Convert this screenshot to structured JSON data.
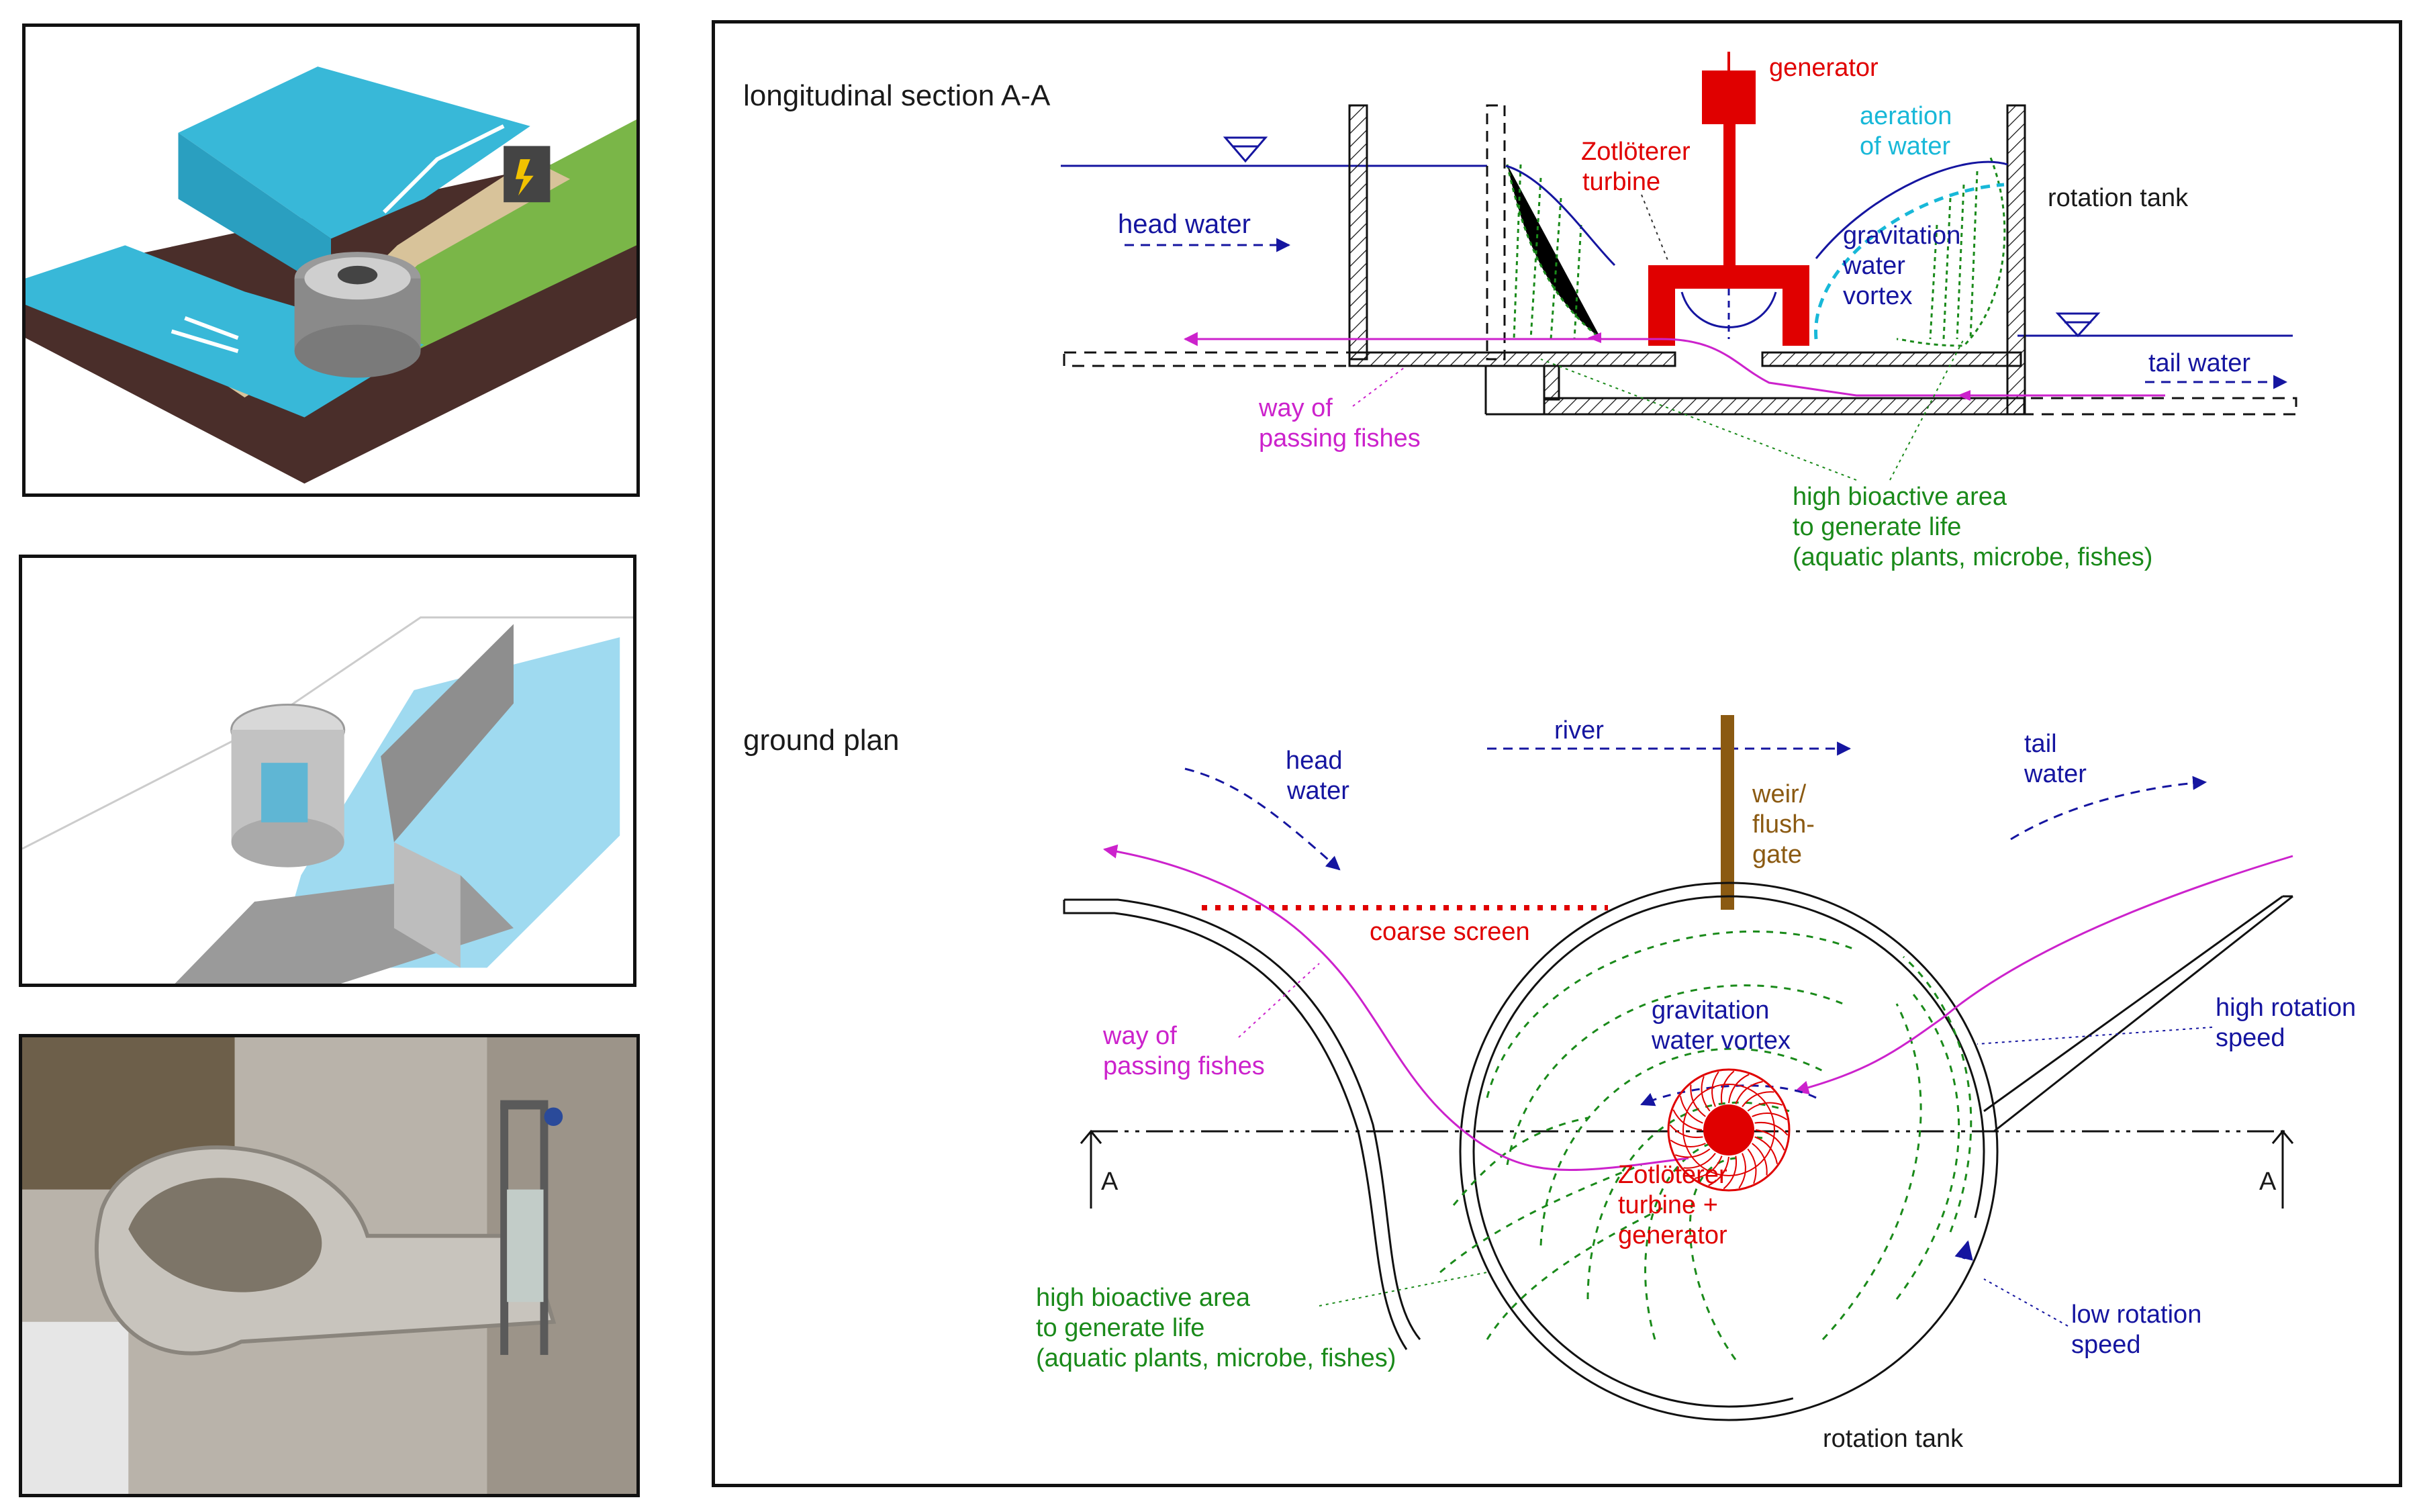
{
  "section": {
    "title": "longitudinal section A-A",
    "generator": "generator",
    "turbine_line1": "Zotlöterer",
    "turbine_line2": "turbine",
    "aeration_line1": "aeration",
    "aeration_line2": "of water",
    "rotation_tank": "rotation tank",
    "head_water": "head water",
    "vortex_line1": "gravitation",
    "vortex_line2": "water",
    "vortex_line3": "vortex",
    "tail_water": "tail water",
    "fish_line1": "way of",
    "fish_line2": "passing fishes",
    "bio_line1": "high bioactive area",
    "bio_line2": "to generate life",
    "bio_line3": "(aquatic plants, microbe, fishes)"
  },
  "plan": {
    "title": "ground plan",
    "river": "river",
    "head_line1": "head",
    "head_line2": "water",
    "tail_line1": "tail",
    "tail_line2": "water",
    "weir_line1": "weir/",
    "weir_line2": "flush-",
    "weir_line3": "gate",
    "coarse_screen": "coarse screen",
    "vortex_line1": "gravitation",
    "vortex_line2": "water vortex",
    "fish_line1": "way of",
    "fish_line2": "passing fishes",
    "high_rot_line1": "high rotation",
    "high_rot_line2": "speed",
    "section_marker_left": "A",
    "section_marker_right": "A",
    "turbine_line1": "Zotlöterer",
    "turbine_line2": "turbine +",
    "turbine_line3": "generator",
    "bio_line1": "high bioactive area",
    "bio_line2": "to generate life",
    "bio_line3": "(aquatic plants, microbe, fishes)",
    "low_rot_line1": "low rotation",
    "low_rot_line2": "speed",
    "rotation_tank": "rotation tank"
  },
  "colors": {
    "label_dark": "#1a1a1a",
    "blue": "#1515a0",
    "red": "#e00000",
    "magenta": "#cc22cc",
    "green": "#1a8a1a",
    "cyan": "#18b8d8",
    "brown": "#8b5a12"
  }
}
